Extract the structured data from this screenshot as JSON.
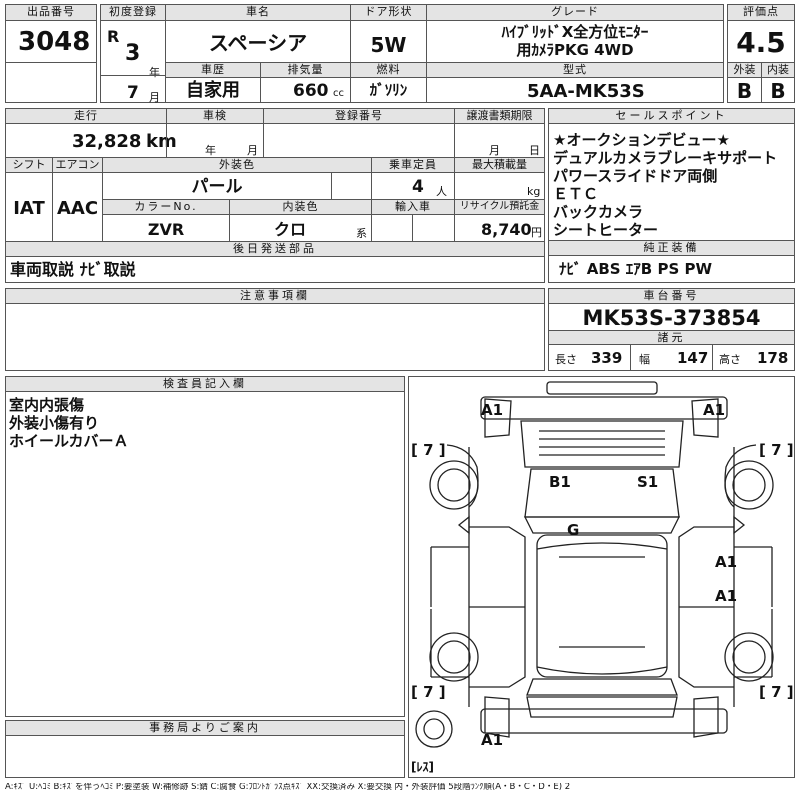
{
  "header": {
    "lot_number_label": "出品番号",
    "lot_number": "3048",
    "first_reg_label": "初度登録",
    "era": "R",
    "year": "3",
    "year_unit": "年",
    "month": "7",
    "month_unit": "月",
    "car_name_label": "車名",
    "car_name": "スペーシア",
    "door_label": "ドア形状",
    "door": "5W",
    "grade_label": "グレード",
    "grade_line1": "ﾊｲﾌﾞﾘｯﾄﾞX全方位ﾓﾆﾀｰ",
    "grade_line2": "用ｶﾒﾗPKG 4WD",
    "score_label": "評価点",
    "score": "4.5",
    "history_label": "車歴",
    "history": "自家用",
    "displacement_label": "排気量",
    "displacement": "660",
    "displacement_unit": "cc",
    "fuel_label": "燃料",
    "fuel": "ｶﾞｿﾘﾝ",
    "model_label": "型式",
    "model": "5AA-MK53S",
    "exterior_label": "外装",
    "exterior_grade": "B",
    "interior_label": "内装",
    "interior_grade": "B"
  },
  "row2": {
    "mileage_label": "走行",
    "mileage": "32,828",
    "mileage_unit": "km",
    "inspection_label": "車検",
    "inspection_year_unit": "年",
    "inspection_month_unit": "月",
    "registration_label": "登録番号",
    "transfer_label": "譲渡書類期限",
    "transfer_month_unit": "月",
    "transfer_day_unit": "日",
    "shift_label": "シフト",
    "shift": "IAT",
    "ac_label": "エアコン",
    "ac": "AAC",
    "color_label": "外装色",
    "color": "パール",
    "capacity_label": "乗車定員",
    "capacity": "4",
    "capacity_unit": "人",
    "load_label": "最大積載量",
    "load_unit": "kg",
    "color_no_label": "カラーNo.",
    "color_no": "ZVR",
    "interior_color_label": "内装色",
    "interior_color": "クロ",
    "interior_color_unit": "系",
    "import_label": "輸入車",
    "recycle_label": "リサイクル預託金",
    "recycle": "8,740",
    "recycle_unit": "円",
    "later_parts_label": "後日発送部品",
    "later_parts": "車両取説 ﾅﾋﾞ取説"
  },
  "sales_points": {
    "label": "セールスポイント",
    "items": [
      "★オークションデビュー★",
      "デュアルカメラブレーキサポート",
      "パワースライドドア両側",
      "ＥＴＣ",
      "バックカメラ",
      "シートヒーター"
    ]
  },
  "equipment": {
    "label": "純正装備",
    "items": "ﾅﾋﾞ ABS ｴｱB PS PW"
  },
  "caution": {
    "label": "注意事項欄"
  },
  "chassis": {
    "label": "車台番号",
    "number": "MK53S-373854",
    "specs_label": "諸元",
    "length_label": "長さ",
    "length": "339",
    "width_label": "幅",
    "width": "147",
    "height_label": "高さ",
    "height": "178"
  },
  "inspector": {
    "label": "検査員記入欄",
    "notes": [
      "室内内張傷",
      "外装小傷有り",
      "ホイールカバーＡ"
    ]
  },
  "office": {
    "label": "事務局よりご案内"
  },
  "diagram": {
    "front_left": "A1",
    "front_right": "A1",
    "tire_fl": "[ 7 ]",
    "tire_fr": "[ 7 ]",
    "tire_rl": "[ 7 ]",
    "tire_rr": "[ 7 ]",
    "seat_left": "B1",
    "seat_right": "S1",
    "floor": "G",
    "right_door_front": "A1",
    "right_door_rear": "A1",
    "rear_bumper": "A1",
    "spare": "[ﾚｽ]"
  },
  "legend": "A:ｷｽﾞ U:ﾍｺﾐ B:ｷｽﾞを伴うﾍｺﾐ P:要塗装 W:補修跡 S:錆 C:腐食 G:ﾌﾛﾝﾄｶﾞﾗｽ点ｷｽﾞ XX:交換済み X:要交換 内・外装評価 5段階ﾗﾝｸ順(A・B・C・D・E) 2"
}
